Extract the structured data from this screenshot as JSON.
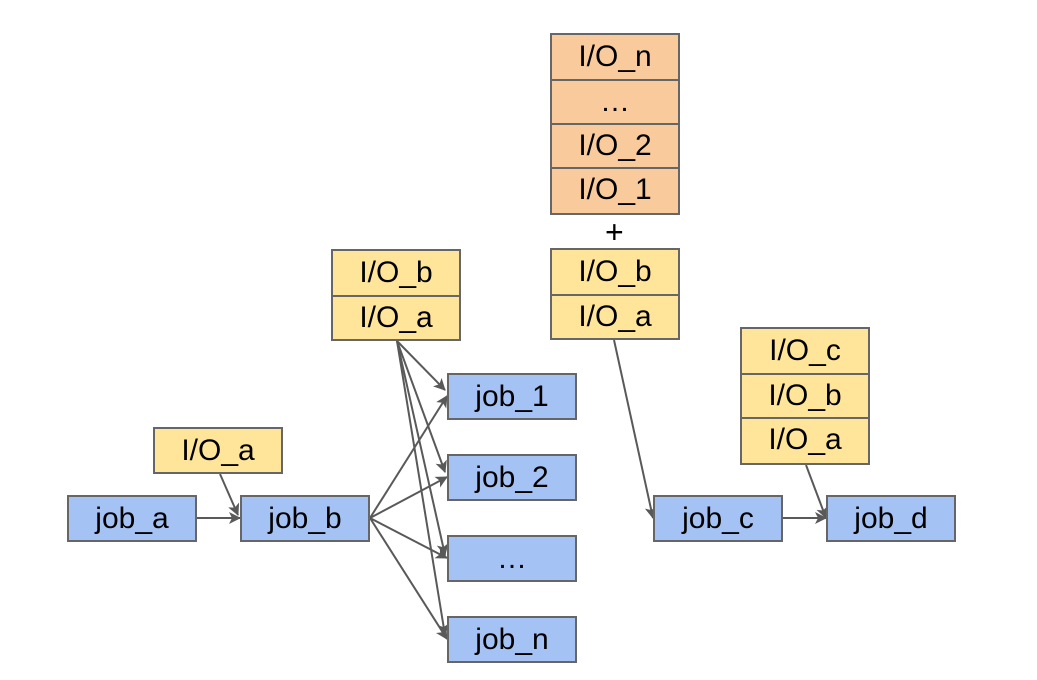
{
  "diagram": {
    "type": "job dependency graph",
    "colors": {
      "job_fill": "#a4c2f4",
      "io_fill": "#ffe599",
      "io_extra_fill": "#f9cb9c",
      "stroke": "#666666",
      "arrow": "#595959"
    },
    "jobs": {
      "job_a": "job_a",
      "job_b": "job_b",
      "job_1": "job_1",
      "job_2": "job_2",
      "job_ellipsis": "…",
      "job_n": "job_n",
      "job_c": "job_c",
      "job_d": "job_d"
    },
    "io_stacks": {
      "input_job_b": [
        "I/O_a"
      ],
      "input_parallel": [
        "I/O_b",
        "I/O_a"
      ],
      "input_job_c_extra": [
        "I/O_n",
        "…",
        "I/O_2",
        "I/O_1"
      ],
      "input_job_c_plus": "+",
      "input_job_c": [
        "I/O_b",
        "I/O_a"
      ],
      "input_job_d": [
        "I/O_c",
        "I/O_b",
        "I/O_a"
      ]
    },
    "edges": [
      [
        "job_a",
        "job_b"
      ],
      [
        "input_job_b",
        "job_b"
      ],
      [
        "job_b",
        "job_1"
      ],
      [
        "job_b",
        "job_2"
      ],
      [
        "job_b",
        "job_ellipsis"
      ],
      [
        "job_b",
        "job_n"
      ],
      [
        "input_parallel",
        "job_1"
      ],
      [
        "input_parallel",
        "job_2"
      ],
      [
        "input_parallel",
        "job_ellipsis"
      ],
      [
        "input_parallel",
        "job_n"
      ],
      [
        "job_1",
        "job_c"
      ],
      [
        "job_2",
        "job_c"
      ],
      [
        "job_ellipsis",
        "job_c"
      ],
      [
        "job_n",
        "job_c"
      ],
      [
        "input_job_c",
        "job_c"
      ],
      [
        "job_c",
        "job_d"
      ],
      [
        "input_job_d",
        "job_d"
      ]
    ]
  }
}
